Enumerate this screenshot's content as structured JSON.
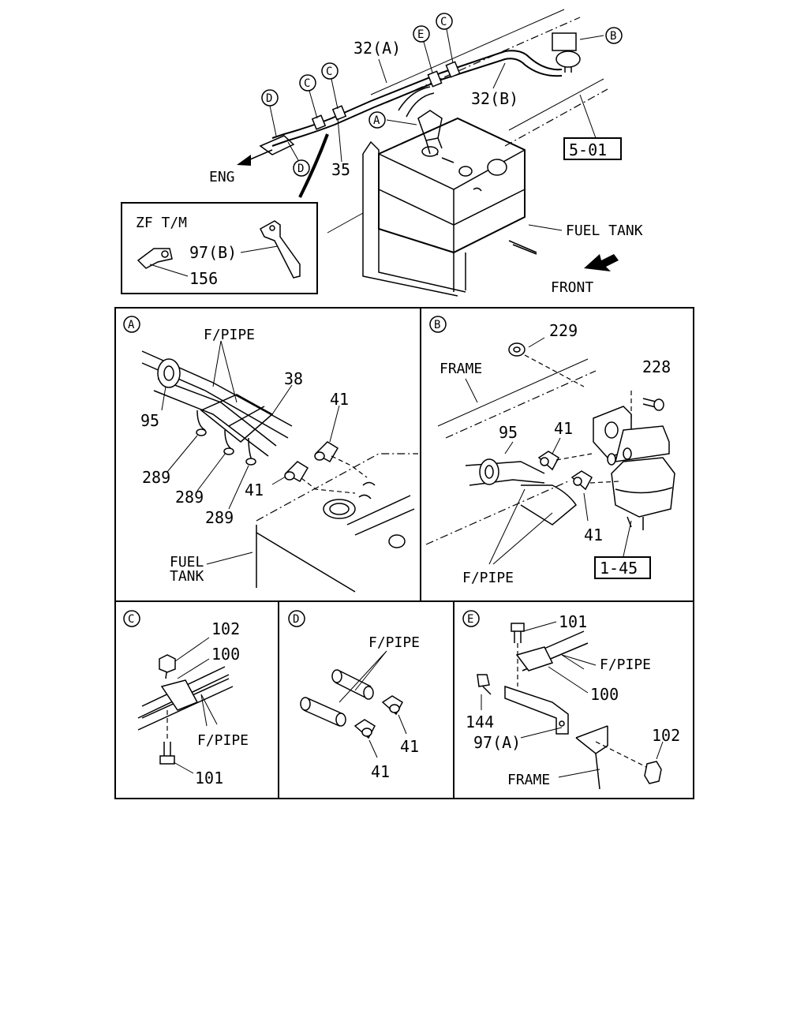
{
  "top": {
    "labels": {
      "p32a": "32(A)",
      "p32b": "32(B)",
      "p35": "35",
      "eng": "ENG",
      "ref": "5-01",
      "fuel_tank": "FUEL TANK",
      "front": "FRONT",
      "c1": "C",
      "c2": "C",
      "c3": "C",
      "d1": "D",
      "d2": "D",
      "e1": "E",
      "a1": "A",
      "b1": "B"
    },
    "inset": {
      "title": "ZF T/M",
      "p97b": "97(B)",
      "p156": "156"
    }
  },
  "panels": {
    "A": {
      "tag": "A",
      "fpipe": "F/PIPE",
      "p38": "38",
      "p41a": "41",
      "p41b": "41",
      "p95": "95",
      "p289a": "289",
      "p289b": "289",
      "p289c": "289",
      "fuel": "FUEL",
      "tank": "TANK"
    },
    "B": {
      "tag": "B",
      "p229": "229",
      "p228": "228",
      "frame": "FRAME",
      "p95": "95",
      "p41a": "41",
      "p41b": "41",
      "ref": "1-45",
      "fpipe": "F/PIPE"
    },
    "C": {
      "tag": "C",
      "p102": "102",
      "p100": "100",
      "fpipe": "F/PIPE",
      "p101": "101"
    },
    "D": {
      "tag": "D",
      "fpipe": "F/PIPE",
      "p41a": "41",
      "p41b": "41"
    },
    "E": {
      "tag": "E",
      "p101": "101",
      "fpipe": "F/PIPE",
      "p100": "100",
      "p144": "144",
      "p97a": "97(A)",
      "p102": "102",
      "frame": "FRAME"
    }
  }
}
